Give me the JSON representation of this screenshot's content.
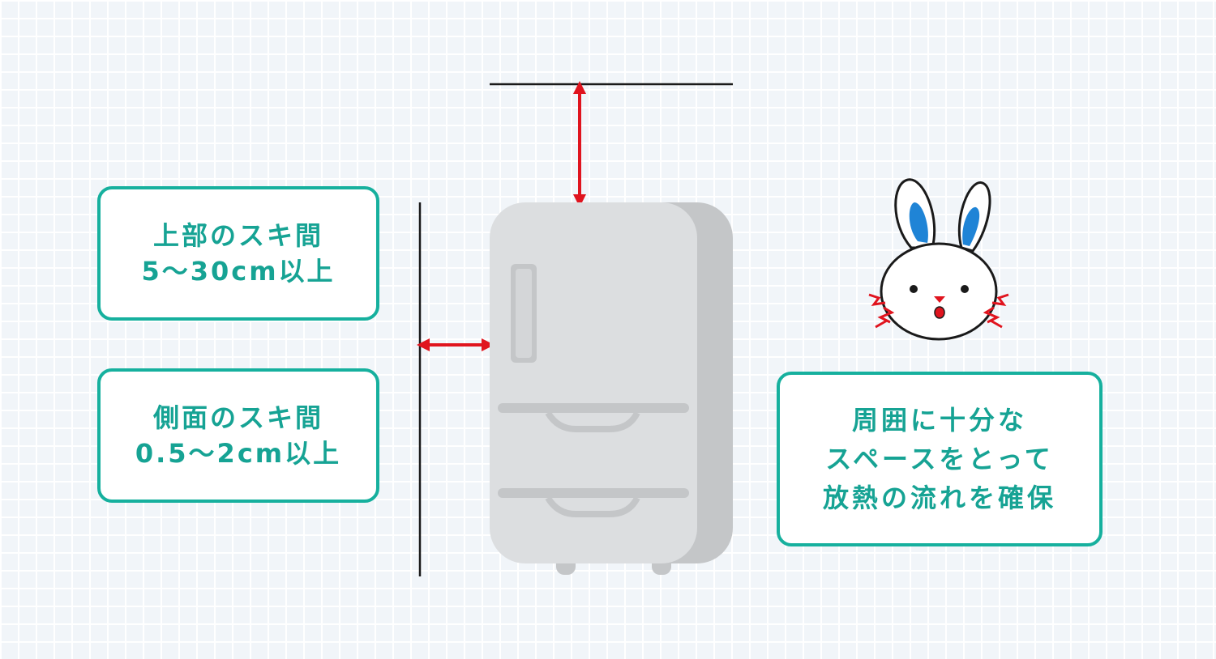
{
  "top_gap": {
    "line1": "上部のスキ間",
    "line2": "5〜30cm以上"
  },
  "side_gap": {
    "line1": "側面のスキ間",
    "line2": "0.5〜2cm以上"
  },
  "tip": {
    "line1": "周囲に十分な",
    "line2": "スペースをとって",
    "line3": "放熱の流れを確保"
  },
  "colors": {
    "accent": "#16b09e",
    "arrow": "#e0141e",
    "fridge_body": "#dcdee0",
    "fridge_shadow": "#c4c6c8",
    "rabbit_ear_inner": "#1f84d6"
  },
  "icons": [
    "refrigerator-icon",
    "rabbit-icon",
    "double-arrow-icon"
  ]
}
